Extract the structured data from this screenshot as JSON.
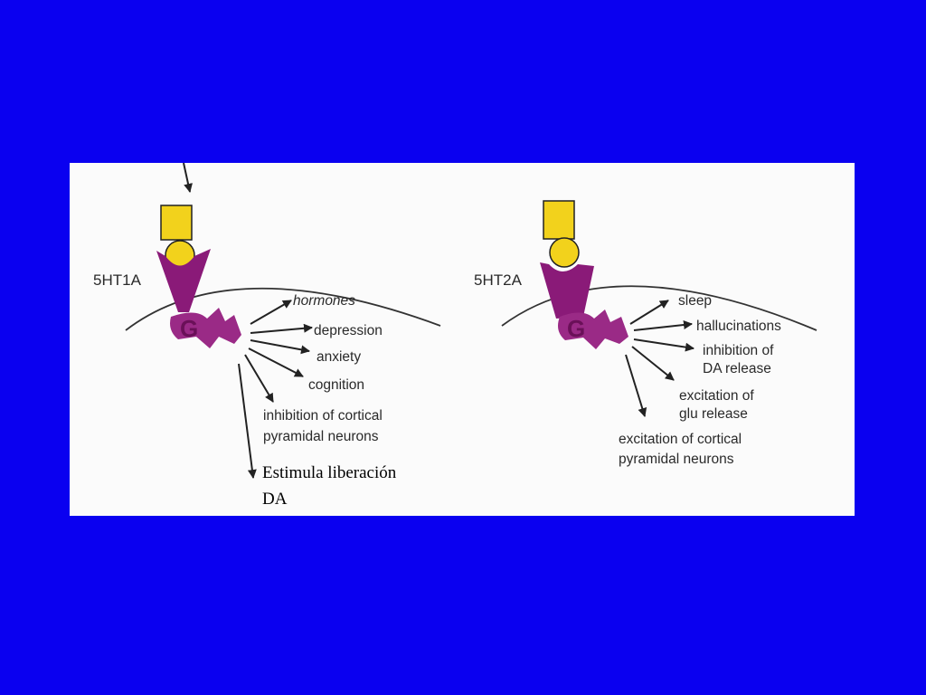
{
  "receptors": [
    {
      "name": "5HT1A",
      "g_label": "G",
      "effects": [
        "hormones",
        "depression",
        "anxiety",
        "cognition",
        "inhibition of cortical",
        "pyramidal neurons"
      ]
    },
    {
      "name": "5HT2A",
      "g_label": "G",
      "effects": [
        "sleep",
        "hallucinations",
        "inhibition of",
        "DA release",
        "excitation of",
        "glu release",
        "excitation of cortical",
        "pyramidal neurons"
      ]
    }
  ],
  "annotation": [
    "Estimula liberación",
    "DA"
  ],
  "colors": {
    "background": "#0a00f0",
    "panel": "#fbfbfb",
    "ligand": "#f2d21c",
    "receptor": "#8a1a78",
    "g_protein": "#9a2a86",
    "arrow": "#222222"
  }
}
